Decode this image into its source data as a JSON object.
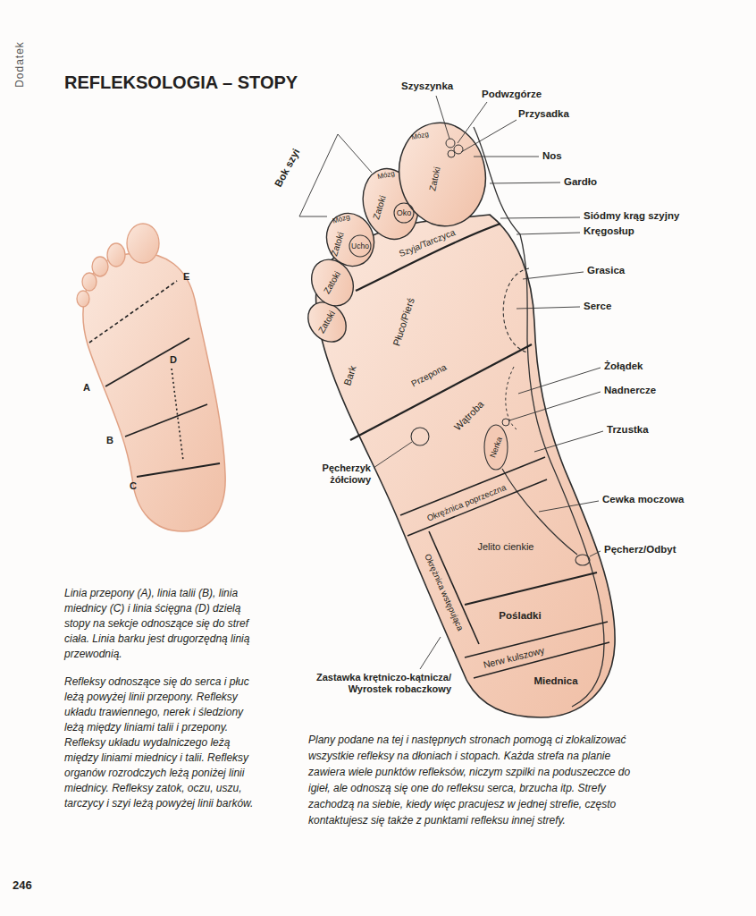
{
  "diagram": {
    "title": "REFLEKSOLOGIA – STOPY",
    "caption": "Plany podane na tej i następnych stronach pomogą ci zlokalizować wszystkie refleksy na dłoniach i stopach. Każda strefa na planie zawiera wiele punktów refleksów, niczym szpilki na poduszeczce do igieł, ale odnoszą się one do refleksu serca, brzucha itp. Strefy zachodzą na siebie, kiedy więc pracujesz w jednej strefie, często kontaktujesz się także z punktami refleksu innej strefy.",
    "nodes": [
      {
        "text": [
          "Oko"
        ]
      },
      {
        "text": [
          "Ucho"
        ]
      },
      {
        "text": [
          "Nerka"
        ]
      }
    ],
    "labels": [
      "Dodatek",
      "246",
      "E",
      "D",
      "A",
      "B",
      "C",
      "Szyszynka",
      "Podwzgórze",
      "Przysadka",
      "Nos",
      "Gardło",
      "Siódmy krąg szyjny",
      "Kręgosłup",
      "Grasica",
      "Serce",
      "Żołądek",
      "Nadnercze",
      "Trzustka",
      "Cewka moczowa",
      "Pęcherz/Odbyt",
      "Zastawka krętniczo-kątnicza/ Wyrostek robaczkowy",
      "Bok szyi",
      "Pęcherzyk żółciowy",
      "Mózg",
      "Zatoki",
      "Mózg",
      "Zatoki",
      "Mózg",
      "Zatoki",
      "Szyja/Tarczyca",
      "Zatoki",
      "Zatoki",
      "Płuco/Pierś",
      "Bark",
      "Przepona",
      "Wątroba",
      "Okrężnica poprzeczna",
      "Okrężnica wstępująca",
      "Jelito cienkie",
      "Pośladki",
      "Nerw kulszowy",
      "Miednica",
      "Linia przepony (A), linia talii (B), linia miednicy (C) i linia ścięgna (D) dzielą stopy na sekcje odnoszące się do stref ciała. Linia barku jest drugorzędną linią przewodnią.",
      "Refleksy odnoszące się do serca i płuc leżą powyżej linii przepony. Refleksy układu trawiennego, nerek i śledziony leżą między liniami talii i przepony. Refleksy układu wydalniczego leżą między liniami miednicy i talii. Refleksy organów rozrodczych leżą poniżej linii miednicy. Refleksy zatok, oczu, uszu, tarczycy i szyi leżą powyżej linii barków."
    ]
  }
}
